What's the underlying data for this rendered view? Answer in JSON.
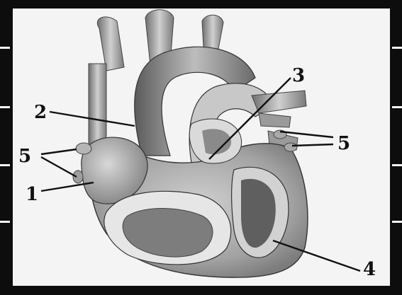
{
  "diagram": {
    "labels": {
      "one": "1",
      "two": "2",
      "three": "3",
      "four": "4",
      "five_left": "5",
      "five_right": "5"
    }
  }
}
